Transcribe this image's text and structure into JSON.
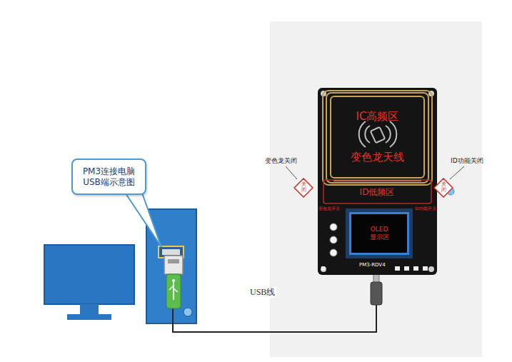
{
  "diagram": {
    "nodes": [
      {
        "text": [
          "PM3连接电脑 USB端示意图"
        ]
      },
      {
        "text": [
          "IC高频区",
          "变色龙天线"
        ]
      },
      {
        "text": [
          "ID低频区"
        ]
      },
      {
        "text": [
          "OLED 显示区"
        ]
      },
      {
        "text": [
          "关闭"
        ]
      },
      {
        "text": [
          "关闭"
        ]
      }
    ],
    "labels": [
      "变色龙关闭",
      "ID功能关闭",
      "变色龙开关",
      "ID功能开关",
      "PM3-RDV4",
      "USB线"
    ]
  }
}
